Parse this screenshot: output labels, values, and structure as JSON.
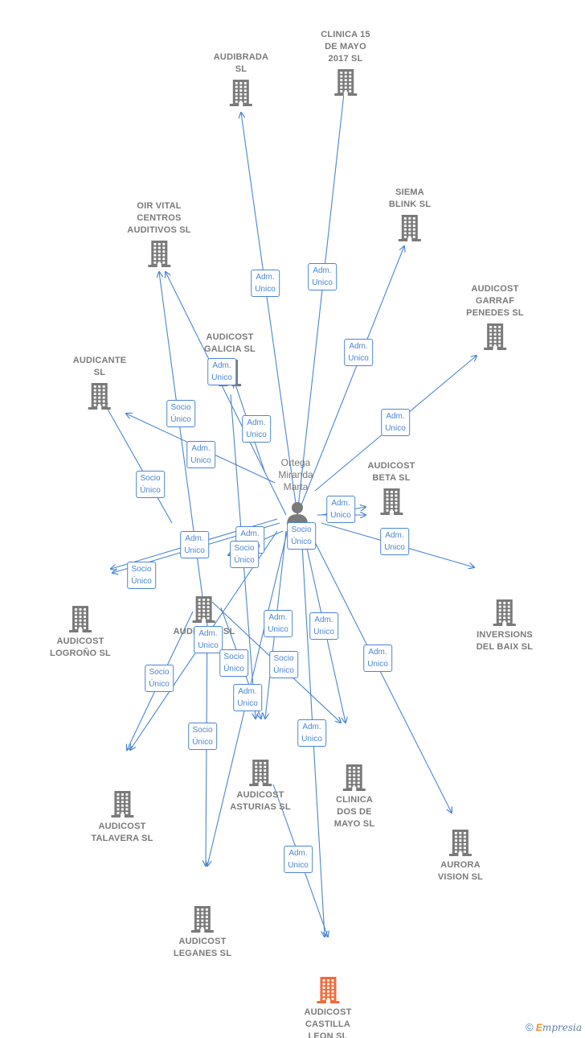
{
  "person": {
    "name": "Ortega\nMiranda\nMarta"
  },
  "companies": [
    {
      "id": "audibrada",
      "label": "AUDIBRADA\nSL"
    },
    {
      "id": "clinica15",
      "label": "CLINICA 15\nDE MAYO\n2017  SL"
    },
    {
      "id": "siema",
      "label": "SIEMA\nBLINK  SL"
    },
    {
      "id": "oirvital",
      "label": "OIR VITAL\nCENTROS\nAUDITIVOS  SL"
    },
    {
      "id": "garraf",
      "label": "AUDICOST\nGARRAF\nPENEDES  SL"
    },
    {
      "id": "galicia",
      "label": "AUDICOST\nGALICIA  SL"
    },
    {
      "id": "audicante",
      "label": "AUDICANTE\nSL"
    },
    {
      "id": "beta",
      "label": "AUDICOST\nBETA  SL"
    },
    {
      "id": "inversions",
      "label": "INVERSIONS\nDEL BAIX  SL"
    },
    {
      "id": "audicost",
      "label": "AUDICOST  SL"
    },
    {
      "id": "logrono",
      "label": "AUDICOST\nLOGROÑO  SL"
    },
    {
      "id": "talavera",
      "label": "AUDICOST\nTALAVERA  SL"
    },
    {
      "id": "asturias",
      "label": "AUDICOST\nASTURIAS  SL"
    },
    {
      "id": "dosmayo",
      "label": "CLINICA\nDOS DE\nMAYO  SL"
    },
    {
      "id": "aurora",
      "label": "AURORA\nVISION  SL"
    },
    {
      "id": "leganes",
      "label": "AUDICOST\nLEGANES  SL"
    },
    {
      "id": "castilla",
      "label": "AUDICOST\nCASTILLA\nLEON  SL",
      "highlight": true
    }
  ],
  "edge_labels": [
    {
      "id": "e1",
      "text": "Adm.\nUnico"
    },
    {
      "id": "e2",
      "text": "Adm.\nUnico"
    },
    {
      "id": "e3",
      "text": "Adm.\nUnico"
    },
    {
      "id": "e4",
      "text": "Adm.\nUnico"
    },
    {
      "id": "e5",
      "text": "Adm.\nUnico"
    },
    {
      "id": "e6",
      "text": "Adm.\nUnico"
    },
    {
      "id": "e7",
      "text": "Socio\nÚnico"
    },
    {
      "id": "e8",
      "text": "Adm.\nUnico"
    },
    {
      "id": "e9",
      "text": "Socio\nÚnico"
    },
    {
      "id": "e10",
      "text": "Adm.\nUnico"
    },
    {
      "id": "e11",
      "text": "Adm.\nUnico"
    },
    {
      "id": "e12",
      "text": "Adm.\nUnico"
    },
    {
      "id": "e13",
      "text": "Socio\nÚnico"
    },
    {
      "id": "e14",
      "text": "Adm.\nUnico"
    },
    {
      "id": "e15",
      "text": "Socio\nÚnico"
    },
    {
      "id": "e16",
      "text": "Adm.\nUnico"
    },
    {
      "id": "e17",
      "text": "Socio\nÚnico"
    },
    {
      "id": "e18",
      "text": "Adm.\nUnico"
    },
    {
      "id": "e19",
      "text": "Adm.\nUnico"
    },
    {
      "id": "e20",
      "text": "Adm.\nUnico"
    },
    {
      "id": "e21",
      "text": "Socio\nÚnico"
    },
    {
      "id": "e22",
      "text": "Socio\nÚnico"
    },
    {
      "id": "e23",
      "text": "Socio\nÚnico"
    },
    {
      "id": "e24",
      "text": "Adm.\nUnico"
    },
    {
      "id": "e25",
      "text": "Socio\nÚnico"
    },
    {
      "id": "e26",
      "text": "Adm.\nUnico"
    },
    {
      "id": "e27",
      "text": "Adm.\nUnico"
    },
    {
      "id": "e28",
      "text": "Socio\nÚnico"
    }
  ],
  "colors": {
    "edge": "#4a86d4",
    "building": "#7a7a7a",
    "highlight": "#f26a3a",
    "person": "#7a7a7a"
  },
  "brand": {
    "symbol": "©",
    "initial": "E",
    "rest": "mpresia"
  }
}
